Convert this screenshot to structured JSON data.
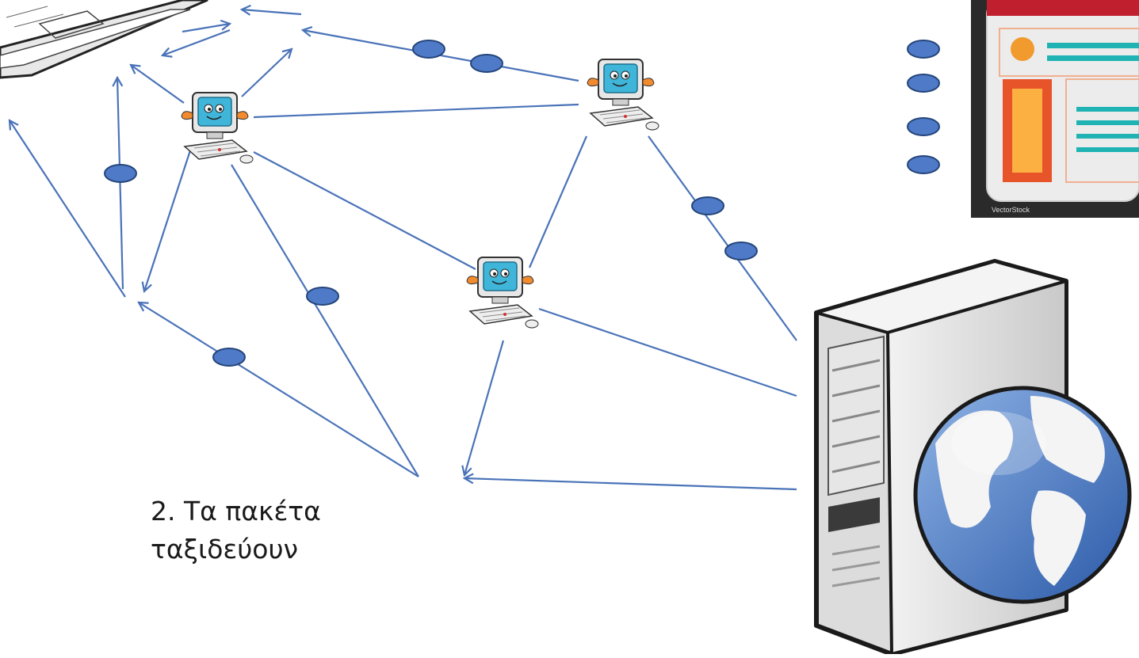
{
  "caption": {
    "line1": "2. Τα πακέτα",
    "line2": "ταξιδεύουν"
  },
  "webpage_card": {
    "watermark": "VectorStock"
  },
  "colors": {
    "line": "#4a73b8",
    "packet_fill": "#4f7ac7",
    "packet_stroke": "#24457a",
    "card_header": "#c0202e",
    "card_orange": "#f19a2e",
    "card_teal": "#1fb3b3"
  },
  "icons": [
    "laptop-icon",
    "router-computer-icon",
    "webpage-icon",
    "web-server-icon",
    "globe-icon"
  ]
}
